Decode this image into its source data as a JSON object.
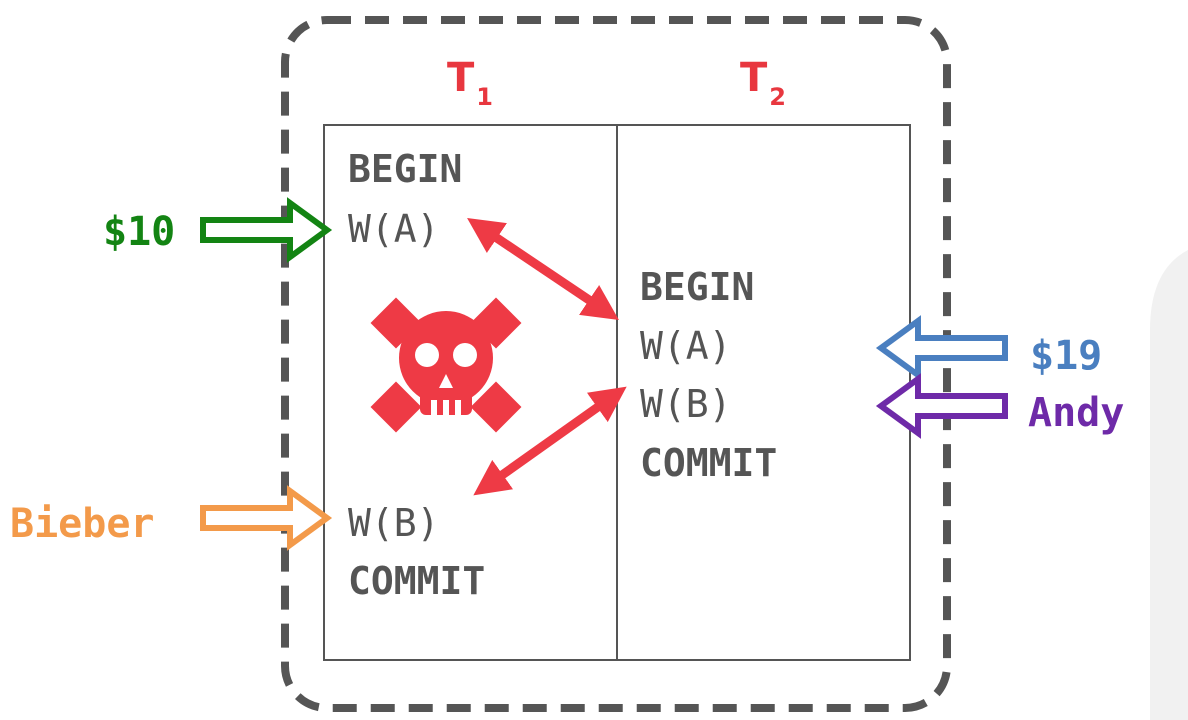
{
  "transactions": [
    {
      "name": "T",
      "subscript": "1"
    },
    {
      "name": "T",
      "subscript": "2"
    }
  ],
  "t1_ops": [
    "BEGIN",
    "W(A)",
    "W(B)",
    "COMMIT"
  ],
  "t2_ops": [
    "BEGIN",
    "W(A)",
    "W(B)",
    "COMMIT"
  ],
  "inputs": {
    "t1_a": {
      "label": "$10",
      "color": "#138413"
    },
    "t1_b": {
      "label": "Bieber",
      "color": "#f39a4a"
    },
    "t2_a": {
      "label": "$19",
      "color": "#4a7fc0"
    },
    "t2_b": {
      "label": "Andy",
      "color": "#6e2aa8"
    }
  },
  "colors": {
    "conflict": "#ee3a45",
    "deadlock": "#ee3a45",
    "dashed_border": "#555555",
    "table_border": "#555555",
    "background_db": "#f1f1f1"
  },
  "icons": [
    "skull-crossbones-icon",
    "database-icon"
  ]
}
